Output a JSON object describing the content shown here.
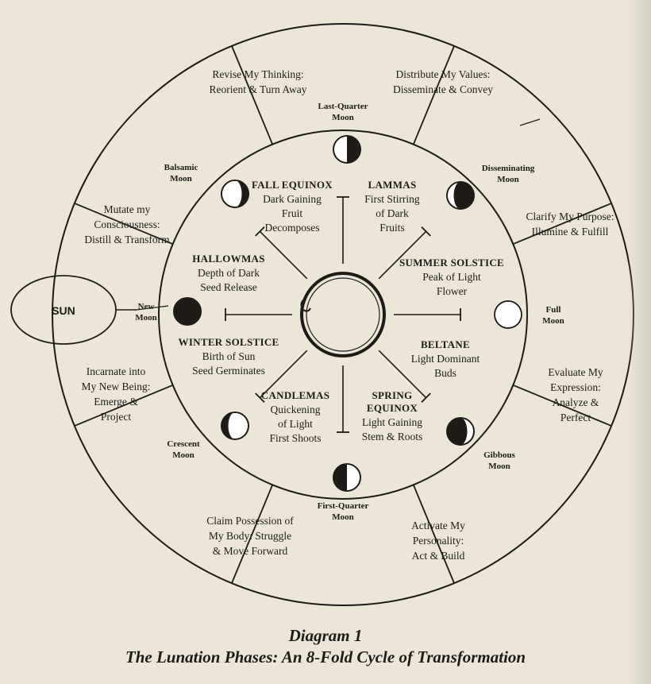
{
  "caption": {
    "number": "Diagram 1",
    "title": "The Lunation Phases: An 8-Fold Cycle of Transformation"
  },
  "sun": "SUN",
  "outer_segments": [
    {
      "lines": [
        "Revise My Thinking:",
        "Reorient & Turn Away"
      ]
    },
    {
      "lines": [
        "Distribute My Values:",
        "Disseminate & Convey"
      ]
    },
    {
      "lines": [
        "Clarify My Purpose:",
        "Illumine & Fulfill"
      ]
    },
    {
      "lines": [
        "Evaluate My",
        "Expression:",
        "Analyze &",
        "Perfect"
      ]
    },
    {
      "lines": [
        "Activate My",
        "Personality:",
        "Act & Build"
      ]
    },
    {
      "lines": [
        "Claim Possession of",
        "My Body: Struggle",
        "& Move Forward"
      ]
    },
    {
      "lines": [
        "Incarnate into",
        "My New Being:",
        "Emerge &",
        "Project"
      ]
    },
    {
      "lines": [
        "Mutate my",
        "Consciousness:",
        "Distill & Transform"
      ]
    }
  ],
  "moons": [
    {
      "key": "last-quarter",
      "label": [
        "Last-Quarter",
        "Moon"
      ],
      "phase": 0.75
    },
    {
      "key": "disseminating",
      "label": [
        "Disseminating",
        "Moon"
      ],
      "phase": 0.625
    },
    {
      "key": "full",
      "label": [
        "Full",
        "Moon"
      ],
      "phase": 0.5
    },
    {
      "key": "gibbous",
      "label": [
        "Gibbous",
        "Moon"
      ],
      "phase": 0.375
    },
    {
      "key": "first-quarter",
      "label": [
        "First-Quarter",
        "Moon"
      ],
      "phase": 0.25
    },
    {
      "key": "crescent",
      "label": [
        "Crescent",
        "Moon"
      ],
      "phase": 0.125
    },
    {
      "key": "new",
      "label": [
        "New",
        "Moon"
      ],
      "phase": 0.0
    },
    {
      "key": "balsamic",
      "label": [
        "Balsamic",
        "Moon"
      ],
      "phase": 0.875
    }
  ],
  "festivals": [
    {
      "title": "FALL EQUINOX",
      "lines": [
        "Dark Gaining",
        "Fruit",
        "Decomposes"
      ]
    },
    {
      "title": "LAMMAS",
      "lines": [
        "First Stirring",
        "of Dark",
        "Fruits"
      ]
    },
    {
      "title": "SUMMER SOLSTICE",
      "lines": [
        "Peak of Light",
        "Flower"
      ]
    },
    {
      "title": "BELTANE",
      "lines": [
        "Light Dominant",
        "Buds"
      ]
    },
    {
      "title": "SPRING",
      "title2": "EQUINOX",
      "lines": [
        "Light Gaining",
        "Stem & Roots"
      ]
    },
    {
      "title": "CANDLEMAS",
      "lines": [
        "Quickening",
        "of Light",
        "First Shoots"
      ]
    },
    {
      "title": "WINTER SOLSTICE",
      "lines": [
        "Birth of Sun",
        "Seed Germinates"
      ]
    },
    {
      "title": "HALLOWMAS",
      "lines": [
        "Depth of Dark",
        "Seed Release"
      ]
    }
  ],
  "colors": {
    "ink": "#1e1b17",
    "paper": "#ece6d8",
    "moon_dark": "#1e1b17",
    "moon_light": "#ffffff"
  }
}
